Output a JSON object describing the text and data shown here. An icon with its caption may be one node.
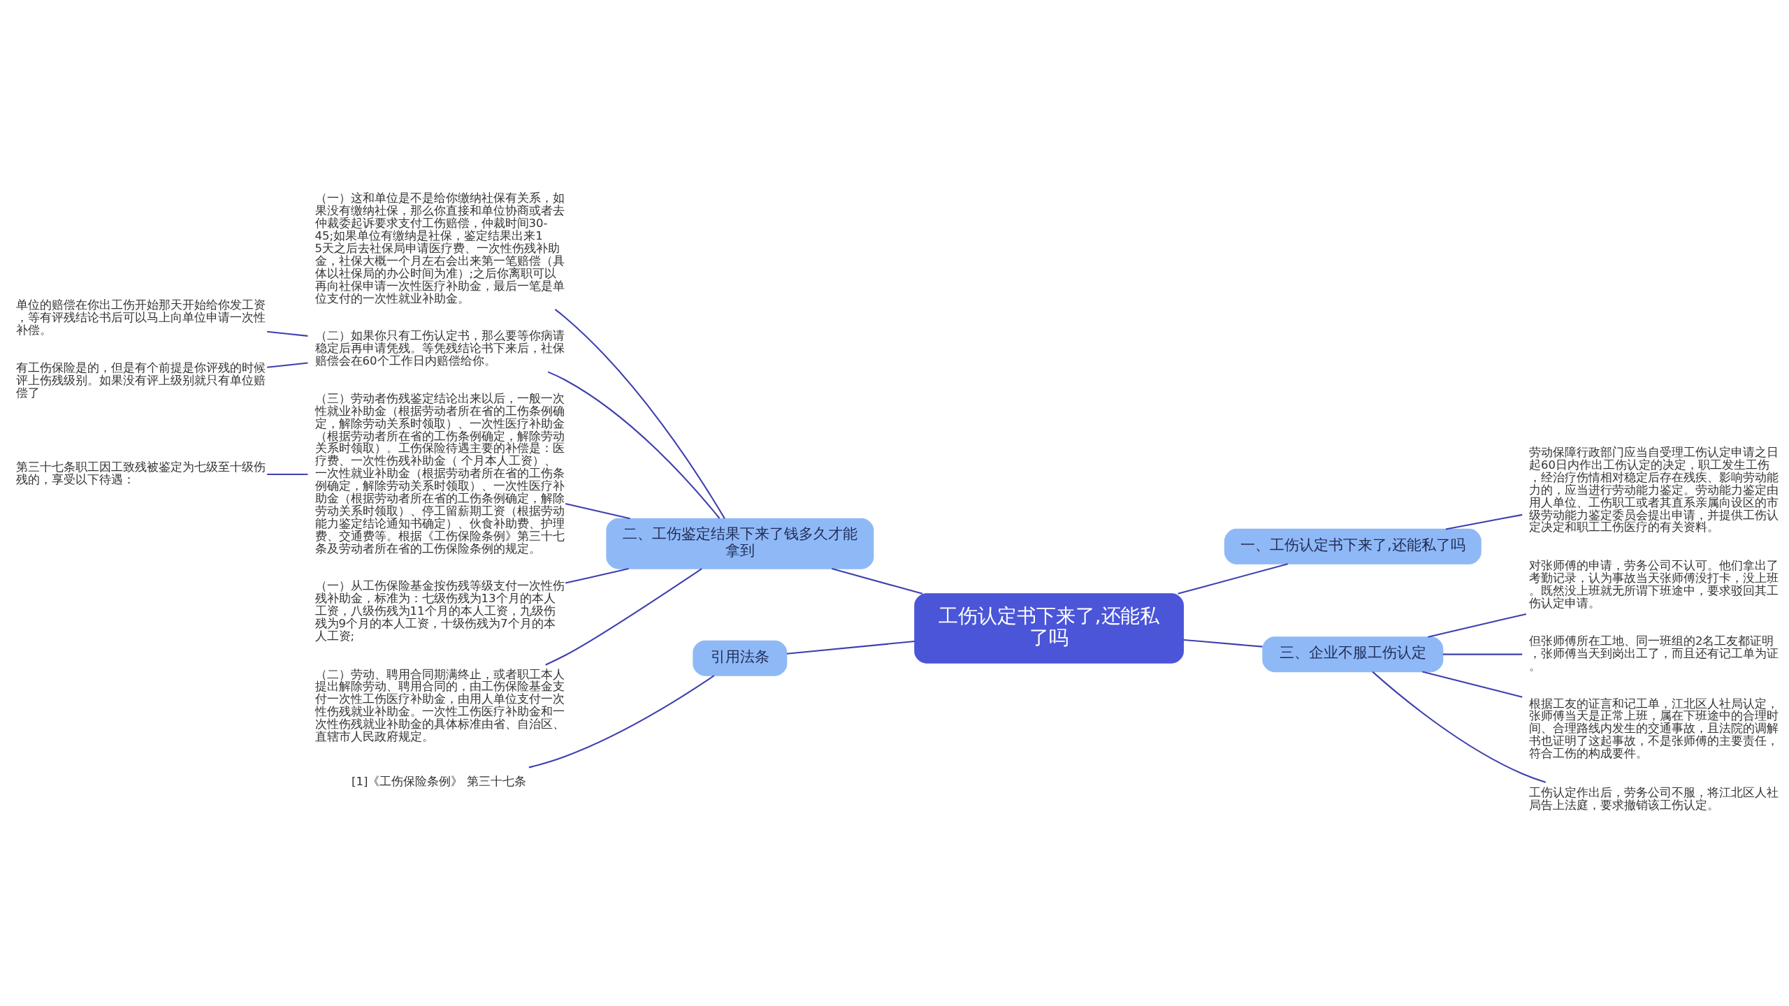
{
  "diagram": {
    "nodes": [
      {
        "text": [
          "工伤认定书下来了,还能私了吗"
        ]
      },
      {
        "text": [
          "二、工伤鉴定结果下来了钱多久才能拿到"
        ]
      },
      {
        "text": [
          "（一）这和单位是不是给你缴纳社保有关系，如果没有缴纳社保，那么你直接和单位协商或者去仲裁委起诉要求支付工伤赔偿，仲裁时间30-45;如果单位有缴纳是社保，鉴定结果出来15天之后去社保局申请医疗费、一次性伤残补助金，社保大概一个月左右会出来第一笔赔偿（具体以社保局的办公时间为准）;之后你离职可以再向社保申请一次性医疗补助金，最后一笔是单位支付的一次性就业补助金。"
        ]
      },
      {
        "text": [
          "（二）如果你只有工伤认定书，那么要等你病请稳定后再申请凭残。等凭残结论书下来后，社保赔偿会在60个工作日内赔偿给你。"
        ]
      },
      {
        "text": [
          "单位的赔偿在你出工伤开始那天开始给你发工资，等有评残结论书后可以马上向单位申请一次性补偿。"
        ]
      },
      {
        "text": [
          "有工伤保险是的，但是有个前提是你评残的时候评上伤残级别。如果没有评上级别就只有单位赔偿了"
        ]
      },
      {
        "text": [
          "（三）劳动者伤残鉴定结论出来以后，一般一次性就业补助金（根据劳动者所在省的工伤条例确定，解除劳动关系时领取）、一次性医疗补助金（根据劳动者所在省的工伤条例确定，解除劳动关系时领取）。工伤保险待遇主要的补偿是：医疗费、一次性伤残补助金（ 个月本人工资）、一次性就业补助金（根据劳动者所在省的工伤条例确定，解除劳动关系时领取）、一次性医疗补助金（根据劳动者所在省的工伤条例确定，解除劳动关系时领取）、停工留薪期工资（根据劳动能力鉴定结论通知书确定）、伙食补助费、护理费、交通费等。根据《工伤保险条例》第三十七条及劳动者所在省的工伤保险条例的规定。"
        ]
      },
      {
        "text": [
          "第三十七条职工因工致残被鉴定为七级至十级伤残的，享受以下待遇："
        ]
      },
      {
        "text": [
          "（一）从工伤保险基金按伤残等级支付一次性伤残补助金，标准为：七级伤残为13个月的本人工资，八级伤残为11个月的本人工资，九级伤残为9个月的本人工资，十级伤残为7个月的本人工资;"
        ]
      },
      {
        "text": [
          "（二）劳动、聘用合同期满终止，或者职工本人提出解除劳动、聘用合同的，由工伤保险基金支付一次性工伤医疗补助金，由用人单位支付一次性伤残就业补助金。一次性工伤医疗补助金和一次性伤残就业补助金的具体标准由省、自治区、直辖市人民政府规定。"
        ]
      },
      {
        "text": [
          "一、工伤认定书下来了,还能私了吗"
        ]
      },
      {
        "text": [
          "劳动保障行政部门应当自受理工伤认定申请之日起60日内作出工伤认定的决定，职工发生工伤，经治疗伤情相对稳定后存在残疾、影响劳动能力的，应当进行劳动能力鉴定。劳动能力鉴定由用人单位、工伤职工或者其直系亲属向设区的市级劳动能力鉴定委员会提出申请，并提供工伤认定决定和职工工伤医疗的有关资料。"
        ]
      },
      {
        "text": [
          "三、企业不服工伤认定"
        ]
      },
      {
        "text": [
          "对张师傅的申请，劳务公司不认可。他们拿出了考勤记录，认为事故当天张师傅没打卡，没上班。既然没上班就无所谓下班途中，要求驳回其工伤认定申请。"
        ]
      },
      {
        "text": [
          "但张师傅所在工地、同一班组的2名工友都证明，张师傅当天到岗出工了，而且还有记工单为证。"
        ]
      },
      {
        "text": [
          "根据工友的证言和记工单，江北区人社局认定，张师傅当天是正常上班，属在下班途中的合理时间、合理路线内发生的交通事故，且法院的调解书也证明了这起事故，不是张师傅的主要责任，符合工伤的构成要件。"
        ]
      },
      {
        "text": [
          "工伤认定作出后，劳务公司不服，将江北区人社局告上法庭，要求撤销该工伤认定。"
        ]
      },
      {
        "text": [
          "引用法条"
        ]
      },
      {
        "text": [
          "[1]《工伤保险条例》 第三十七条"
        ]
      }
    ],
    "edges": [
      {
        "from": 0,
        "to": 1,
        "arrow": "none"
      },
      {
        "from": 1,
        "to": 2,
        "arrow": "none"
      },
      {
        "from": 1,
        "to": 3,
        "arrow": "none"
      },
      {
        "from": 3,
        "to": 4,
        "arrow": "none"
      },
      {
        "from": 3,
        "to": 5,
        "arrow": "none"
      },
      {
        "from": 1,
        "to": 6,
        "arrow": "none"
      },
      {
        "from": 6,
        "to": 7,
        "arrow": "none"
      },
      {
        "from": 1,
        "to": 8,
        "arrow": "none"
      },
      {
        "from": 1,
        "to": 9,
        "arrow": "none"
      },
      {
        "from": 0,
        "to": 10,
        "arrow": "none"
      },
      {
        "from": 10,
        "to": 11,
        "arrow": "none"
      },
      {
        "from": 0,
        "to": 12,
        "arrow": "none"
      },
      {
        "from": 12,
        "to": 13,
        "arrow": "none"
      },
      {
        "from": 12,
        "to": 14,
        "arrow": "none"
      },
      {
        "from": 12,
        "to": 15,
        "arrow": "none"
      },
      {
        "from": 12,
        "to": 16,
        "arrow": "none"
      },
      {
        "from": 0,
        "to": 17,
        "arrow": "none"
      },
      {
        "from": 17,
        "to": 18,
        "arrow": "none"
      }
    ]
  }
}
